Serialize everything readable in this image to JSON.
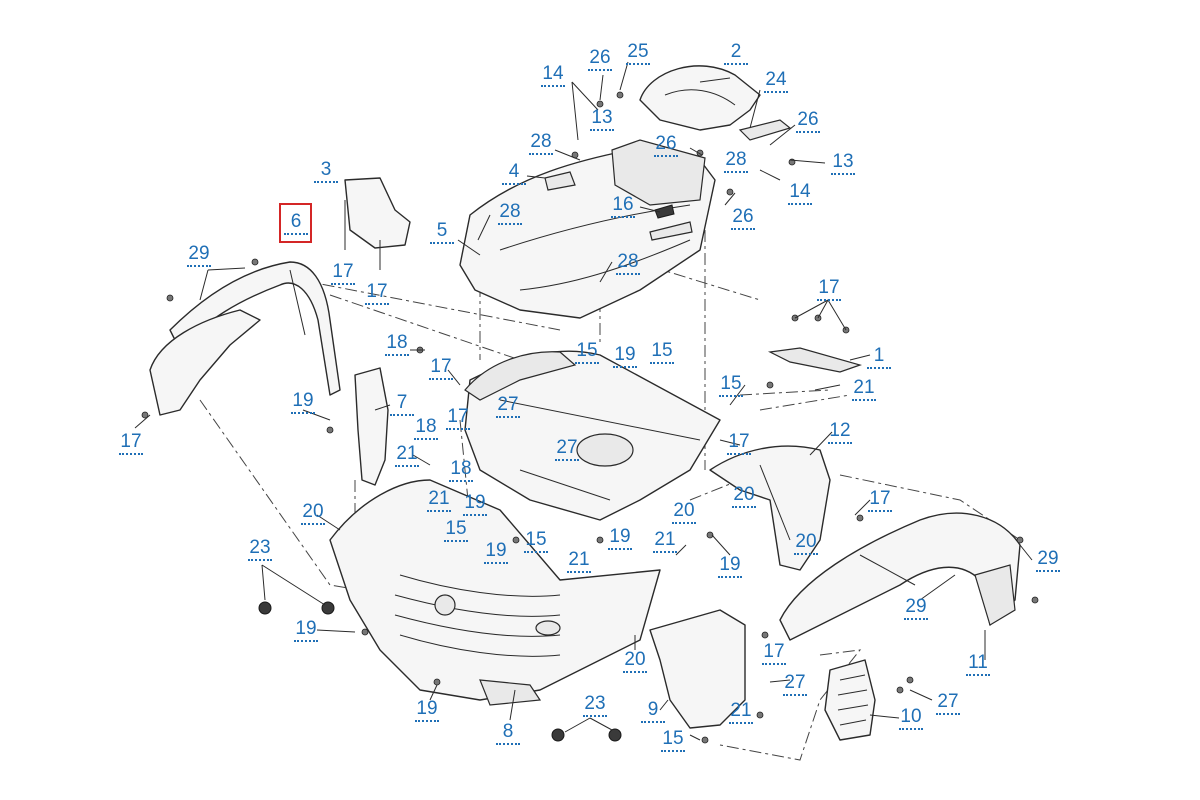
{
  "diagram": {
    "highlighted_callout": "6",
    "colors": {
      "callout_text": "#1f6fb6",
      "highlight_box": "#d42626",
      "line_art": "#2b2b2b"
    },
    "callouts": [
      {
        "id": "c-2",
        "label": "2"
      },
      {
        "id": "c-25",
        "label": "25"
      },
      {
        "id": "c-26a",
        "label": "26"
      },
      {
        "id": "c-14a",
        "label": "14"
      },
      {
        "id": "c-13a",
        "label": "13"
      },
      {
        "id": "c-24",
        "label": "24"
      },
      {
        "id": "c-26b",
        "label": "26"
      },
      {
        "id": "c-28a",
        "label": "28"
      },
      {
        "id": "c-26c",
        "label": "26"
      },
      {
        "id": "c-28b",
        "label": "28"
      },
      {
        "id": "c-13b",
        "label": "13"
      },
      {
        "id": "c-3",
        "label": "3"
      },
      {
        "id": "c-4",
        "label": "4"
      },
      {
        "id": "c-14b",
        "label": "14"
      },
      {
        "id": "c-6",
        "label": "6"
      },
      {
        "id": "c-28c",
        "label": "28"
      },
      {
        "id": "c-16",
        "label": "16"
      },
      {
        "id": "c-26d",
        "label": "26"
      },
      {
        "id": "c-5",
        "label": "5"
      },
      {
        "id": "c-28d",
        "label": "28"
      },
      {
        "id": "c-29a",
        "label": "29"
      },
      {
        "id": "c-17a",
        "label": "17"
      },
      {
        "id": "c-17b",
        "label": "17"
      },
      {
        "id": "c-17c",
        "label": "17"
      },
      {
        "id": "c-18a",
        "label": "18"
      },
      {
        "id": "c-15a",
        "label": "15"
      },
      {
        "id": "c-19a",
        "label": "19"
      },
      {
        "id": "c-15b",
        "label": "15"
      },
      {
        "id": "c-1",
        "label": "1"
      },
      {
        "id": "c-17d",
        "label": "17"
      },
      {
        "id": "c-15c",
        "label": "15"
      },
      {
        "id": "c-21a",
        "label": "21"
      },
      {
        "id": "c-19b",
        "label": "19"
      },
      {
        "id": "c-7",
        "label": "7"
      },
      {
        "id": "c-27a",
        "label": "27"
      },
      {
        "id": "c-17e",
        "label": "17"
      },
      {
        "id": "c-18b",
        "label": "18"
      },
      {
        "id": "c-17f",
        "label": "17"
      },
      {
        "id": "c-12",
        "label": "12"
      },
      {
        "id": "c-17g",
        "label": "17"
      },
      {
        "id": "c-27b",
        "label": "27"
      },
      {
        "id": "c-21b",
        "label": "21"
      },
      {
        "id": "c-18c",
        "label": "18"
      },
      {
        "id": "c-20a",
        "label": "20"
      },
      {
        "id": "c-21c",
        "label": "21"
      },
      {
        "id": "c-19c",
        "label": "19"
      },
      {
        "id": "c-17h",
        "label": "17"
      },
      {
        "id": "c-20b",
        "label": "20"
      },
      {
        "id": "c-20c",
        "label": "20"
      },
      {
        "id": "c-15d",
        "label": "15"
      },
      {
        "id": "c-15e",
        "label": "15"
      },
      {
        "id": "c-19d",
        "label": "19"
      },
      {
        "id": "c-21d",
        "label": "21"
      },
      {
        "id": "c-20d",
        "label": "20"
      },
      {
        "id": "c-19e",
        "label": "19"
      },
      {
        "id": "c-23a",
        "label": "23"
      },
      {
        "id": "c-21e",
        "label": "21"
      },
      {
        "id": "c-19f",
        "label": "19"
      },
      {
        "id": "c-29b",
        "label": "29"
      },
      {
        "id": "c-29c",
        "label": "29"
      },
      {
        "id": "c-19g",
        "label": "19"
      },
      {
        "id": "c-20e",
        "label": "20"
      },
      {
        "id": "c-17i",
        "label": "17"
      },
      {
        "id": "c-11",
        "label": "11"
      },
      {
        "id": "c-27c",
        "label": "27"
      },
      {
        "id": "c-27d",
        "label": "27"
      },
      {
        "id": "c-19h",
        "label": "19"
      },
      {
        "id": "c-23b",
        "label": "23"
      },
      {
        "id": "c-9",
        "label": "9"
      },
      {
        "id": "c-21f",
        "label": "21"
      },
      {
        "id": "c-10",
        "label": "10"
      },
      {
        "id": "c-8",
        "label": "8"
      },
      {
        "id": "c-15f",
        "label": "15"
      }
    ]
  }
}
